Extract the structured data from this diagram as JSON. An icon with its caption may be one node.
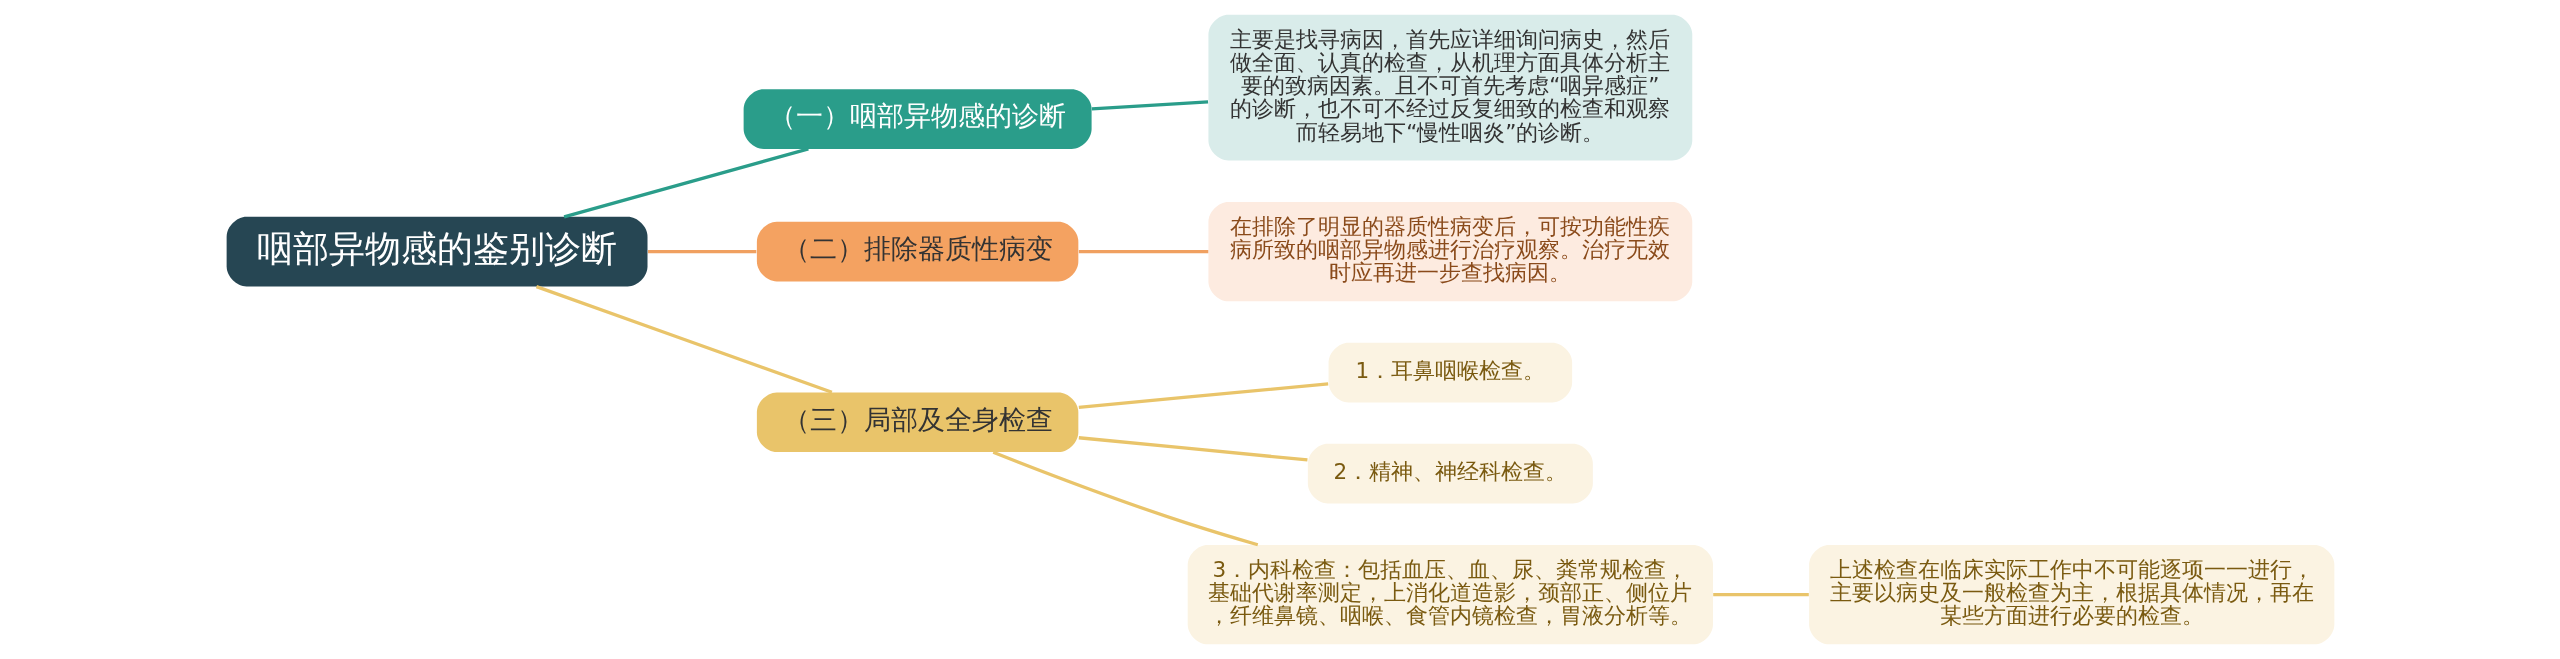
{
  "diagram": {
    "nodes": [
      {
        "text": [
          "咽部异物感的鉴别诊断"
        ]
      },
      {
        "text": [
          "（一）咽部异物感的诊断"
        ]
      },
      {
        "text": [
          "主要是找寻病因，首先应详细询问病史，然后做全面、认真的检查，从机理方面具体分析主要的致病因素。且不可首先考虑“咽异感症”的诊断，也不可不经过反复细致的检查和观察而轻易地下“慢性咽炎”的诊断。"
        ]
      },
      {
        "text": [
          "（二）排除器质性病变"
        ]
      },
      {
        "text": [
          "在排除了明显的器质性病变后，可按功能性疾病所致的咽部异物感进行治疗观察。治疗无效时应再进一步查找病因。"
        ]
      },
      {
        "text": [
          "（三）局部及全身检查"
        ]
      },
      {
        "text": [
          "1．耳鼻咽喉检查。"
        ]
      },
      {
        "text": [
          "2．精神、神经科检查。"
        ]
      },
      {
        "text": [
          "3．内科检查：包括血压、血、尿、粪常规检查，基础代谢率测定，上消化道造影，颈部正、侧位片，纤维鼻镜、咽喉、食管内镜检查，胃液分析等。"
        ]
      },
      {
        "text": [
          "上述检查在临床实际工作中不可能逐项一一进行，主要以病史及一般检查为主，根据具体情况，再在某些方面进行必要的检查。"
        ]
      }
    ],
    "edges": [
      {
        "from": 0,
        "to": 1,
        "arrow": "none",
        "color": "#2a9d8a"
      },
      {
        "from": 1,
        "to": 2,
        "arrow": "none",
        "color": "#2a9d8a"
      },
      {
        "from": 0,
        "to": 3,
        "arrow": "none",
        "color": "#f0a060"
      },
      {
        "from": 3,
        "to": 4,
        "arrow": "none",
        "color": "#f0a060"
      },
      {
        "from": 0,
        "to": 5,
        "arrow": "none"
      },
      {
        "from": 5,
        "to": 6,
        "arrow": "none"
      },
      {
        "from": 5,
        "to": 7,
        "arrow": "none"
      },
      {
        "from": 5,
        "to": 8,
        "arrow": "none"
      },
      {
        "from": 8,
        "to": 9,
        "arrow": "none"
      }
    ]
  }
}
